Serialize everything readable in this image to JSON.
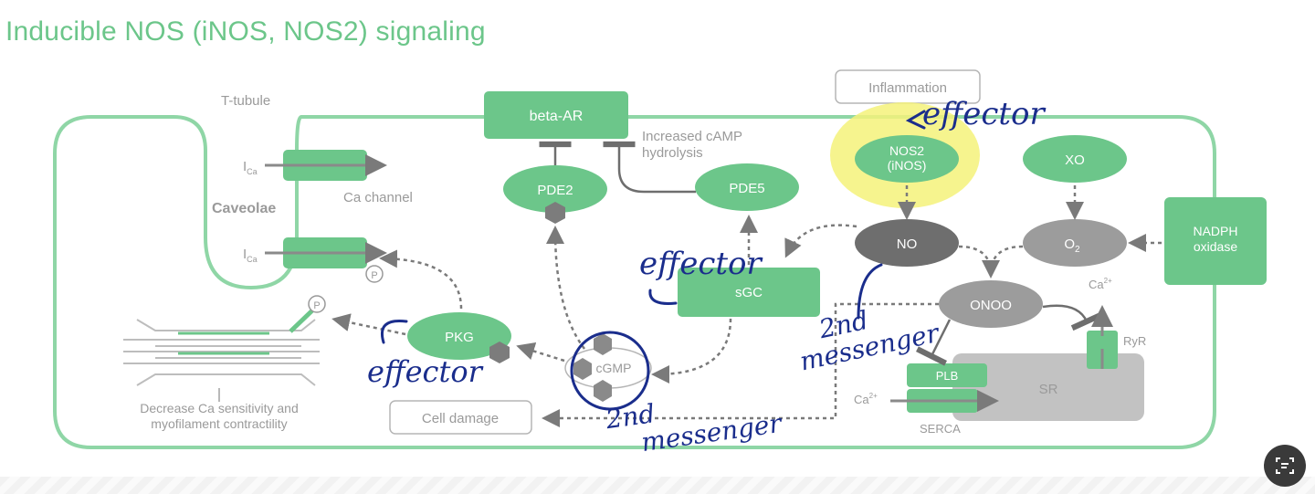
{
  "title": "Inducible NOS (iNOS, NOS2) signaling",
  "labels": {
    "t_tubule": "T-tubule",
    "caveolae": "Caveolae",
    "ica_1": "I",
    "ica_2": "I",
    "ca_sub": "Ca",
    "ca_channel": "Ca channel",
    "beta_ar": "beta-AR",
    "increased_camp_1": "Increased cAMP",
    "increased_camp_2": "hydrolysis",
    "pde2": "PDE2",
    "pde5": "PDE5",
    "inflammation": "Inflammation",
    "nos2_1": "NOS2",
    "nos2_2": "(iNOS)",
    "xo": "XO",
    "no": "NO",
    "o2": "O",
    "o2_sub": "2",
    "nadph_1": "NADPH",
    "nadph_2": "oxidase",
    "sgc": "sGC",
    "onoo": "ONOO",
    "ca2_top": "Ca",
    "ca2_sup": "2+",
    "ryr": "RyR",
    "pkg": "PKG",
    "cgmp": "cGMP",
    "p1": "P",
    "p2": "P",
    "decrease_1": "Decrease Ca sensitivity and",
    "decrease_2": "myofilament contractility",
    "cell_damage": "Cell damage",
    "plb": "PLB",
    "sr": "SR",
    "ca2_serca": "Ca",
    "ca2_serca_sup": "2+",
    "serca": "SERCA"
  },
  "annotations": {
    "effector_top": "effector",
    "effector_sgc": "effector",
    "effector_pkg": "effector",
    "second_messenger_no_1": "2nd",
    "second_messenger_no_2": "messenger",
    "second_messenger_cgmp_1": "2nd",
    "second_messenger_cgmp_2": "messenger"
  },
  "colors": {
    "green": "#6cc68a",
    "green_light": "#8fd6a6",
    "gray_dark": "#6e6e6e",
    "gray_mid": "#9c9c9c",
    "sr_gray": "#bdbdbd",
    "highlight": "#f4f27a",
    "ink": "#1a2d8c"
  },
  "icons": {
    "lens_button": "lens-search-icon"
  }
}
